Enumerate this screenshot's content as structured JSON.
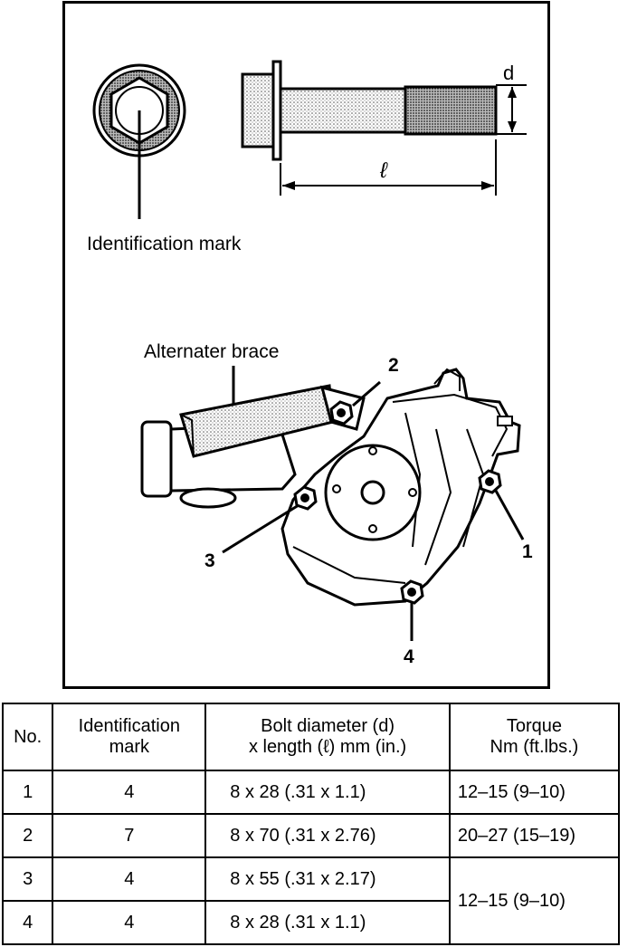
{
  "figure": {
    "dim_diameter": "d",
    "dim_length": "ℓ",
    "identification_mark_label": "Identification mark",
    "brace_label": "Alternater brace",
    "bolt_numbers": [
      "1",
      "2",
      "3",
      "4"
    ]
  },
  "table": {
    "headers": {
      "no": "No.",
      "mark_line1": "Identification",
      "mark_line2": "mark",
      "size_line1": "Bolt diameter (d)",
      "size_line2": "x length (ℓ) mm (in.)",
      "torque_line1": "Torque",
      "torque_line2": "Nm (ft.lbs.)"
    },
    "rows": [
      {
        "no": "1",
        "mark": "4",
        "size": "8 x 28 (.31 x 1.1)",
        "torque": "12–15 (9–10)"
      },
      {
        "no": "2",
        "mark": "7",
        "size": "8 x 70 (.31 x 2.76)",
        "torque": "20–27 (15–19)"
      },
      {
        "no": "3",
        "mark": "4",
        "size": "8 x 55 (.31 x 2.17)",
        "torque": "12–15 (9–10)"
      },
      {
        "no": "4",
        "mark": "4",
        "size": "8 x 28 (.31 x 1.1)",
        "torque": ""
      }
    ]
  }
}
